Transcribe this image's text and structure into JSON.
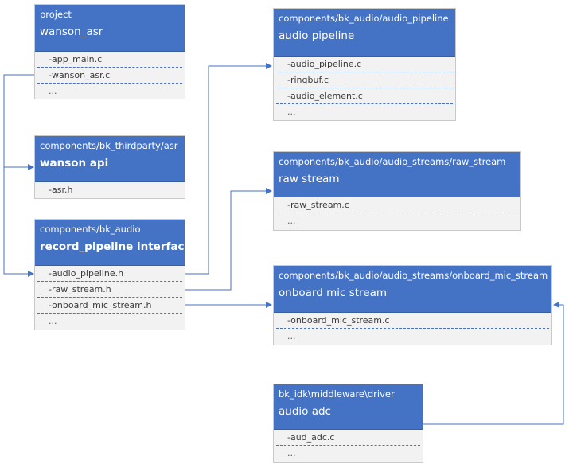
{
  "boxes": {
    "project": {
      "path": "project",
      "name": "wanson_asr",
      "items": [
        "-app_main.c",
        "-wanson_asr.c",
        "..."
      ]
    },
    "asr": {
      "path": "components/bk_thirdparty/asr",
      "name": "wanson api",
      "items": [
        "-asr.h"
      ]
    },
    "record": {
      "path": "components/bk_audio",
      "name": "record_pipeline interface",
      "items": [
        "-audio_pipeline.h",
        "-raw_stream.h",
        "-onboard_mic_stream.h",
        "..."
      ]
    },
    "pipeline": {
      "path": "components/bk_audio/audio_pipeline",
      "name": "audio pipeline",
      "items": [
        "-audio_pipeline.c",
        "-ringbuf.c",
        "-audio_element.c",
        "..."
      ]
    },
    "raw": {
      "path": "components/bk_audio/audio_streams/raw_stream",
      "name": "raw stream",
      "items": [
        "-raw_stream.c",
        "..."
      ]
    },
    "mic": {
      "path": "components/bk_audio/audio_streams/onboard_mic_stream",
      "name": "onboard mic stream",
      "items": [
        "-onboard_mic_stream.c",
        "..."
      ]
    },
    "adc": {
      "path": "bk_idk\\middleware\\driver",
      "name": "audio adc",
      "items": [
        "-aud_adc.c",
        "..."
      ]
    }
  },
  "colors": {
    "header": "#4472c4",
    "body": "#f2f2f2",
    "connector": "#4472c4"
  }
}
